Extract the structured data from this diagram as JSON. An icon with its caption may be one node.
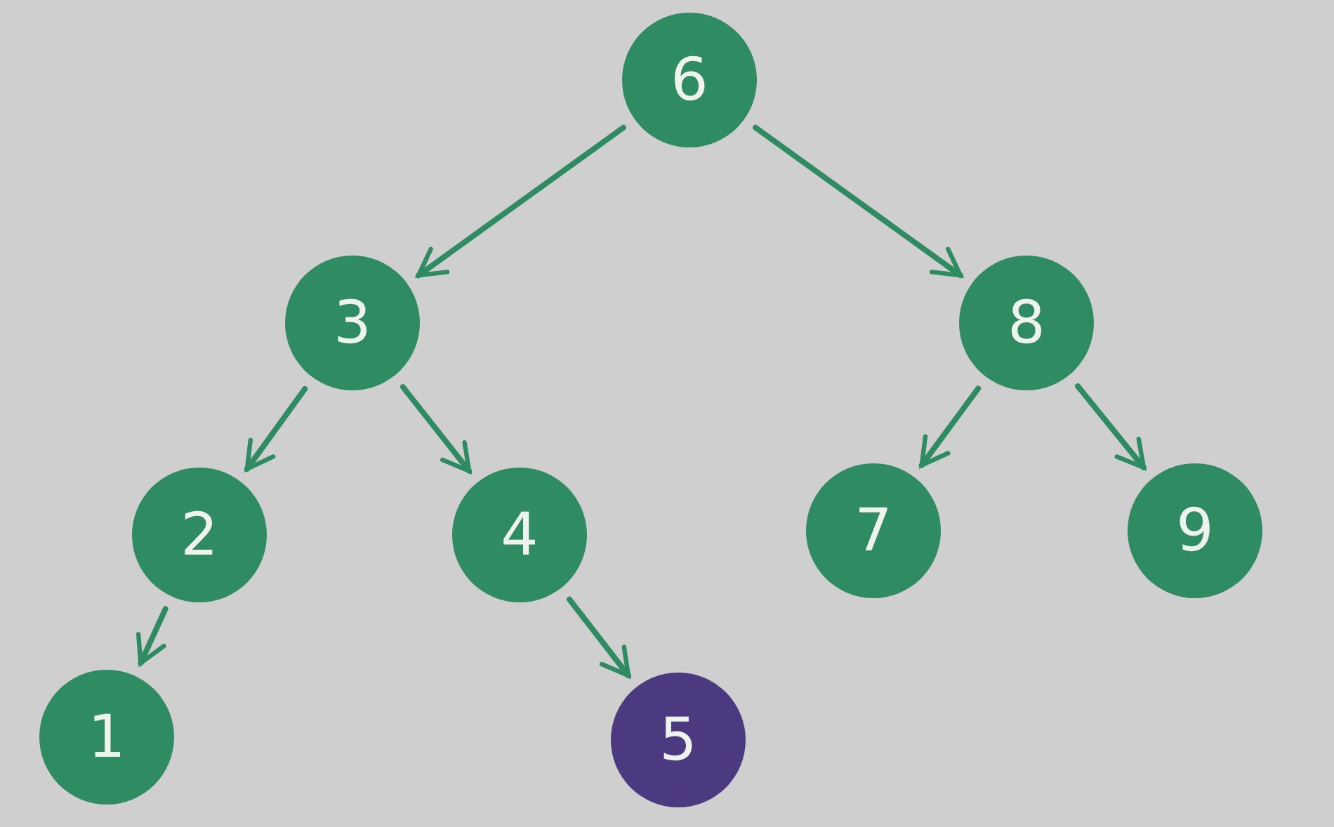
{
  "diagram": {
    "nodes": [
      {
        "text": [
          "6"
        ]
      },
      {
        "text": [
          "3"
        ]
      },
      {
        "text": [
          "8"
        ]
      },
      {
        "text": [
          "2"
        ]
      },
      {
        "text": [
          "4"
        ]
      },
      {
        "text": [
          "7"
        ]
      },
      {
        "text": [
          "9"
        ]
      },
      {
        "text": [
          "1"
        ]
      },
      {
        "text": [
          "5"
        ]
      }
    ],
    "edges": [
      {
        "from": 0,
        "to": 1,
        "arrow": "to"
      },
      {
        "from": 0,
        "to": 2,
        "arrow": "to"
      },
      {
        "from": 1,
        "to": 3,
        "arrow": "to"
      },
      {
        "from": 1,
        "to": 4,
        "arrow": "to"
      },
      {
        "from": 2,
        "to": 5,
        "arrow": "to"
      },
      {
        "from": 2,
        "to": 6,
        "arrow": "to"
      },
      {
        "from": 3,
        "to": 7,
        "arrow": "to"
      },
      {
        "from": 4,
        "to": 8,
        "arrow": "to"
      }
    ]
  }
}
